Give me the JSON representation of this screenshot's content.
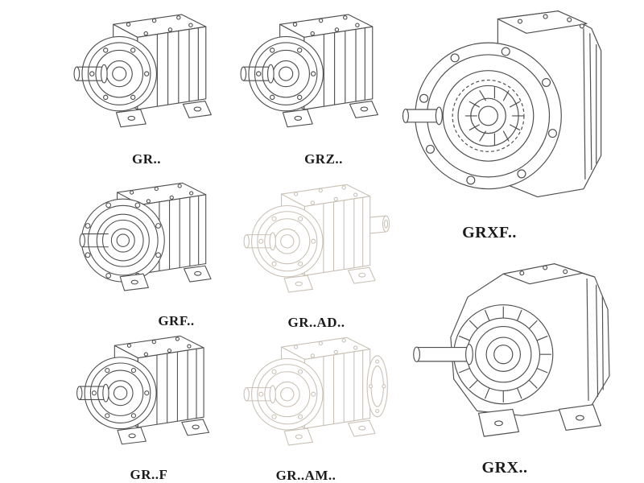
{
  "page": {
    "background": "#ffffff",
    "description": "Catalog sheet of GR series helical gear reducer line drawings"
  },
  "colors": {
    "line": "#4f4f4f",
    "ghost_line": "#c9c1b5",
    "label_text": "#1b1b1b"
  },
  "models": {
    "gr": {
      "label": "GR.."
    },
    "grz": {
      "label": "GRZ.."
    },
    "grxf": {
      "label": "GRXF.."
    },
    "grf": {
      "label": "GRF.."
    },
    "gr_ad": {
      "label": "GR..AD.."
    },
    "gr_f": {
      "label": "GR..F"
    },
    "gr_am": {
      "label": "GR..AM.."
    },
    "grx": {
      "label": "GRX.."
    }
  }
}
